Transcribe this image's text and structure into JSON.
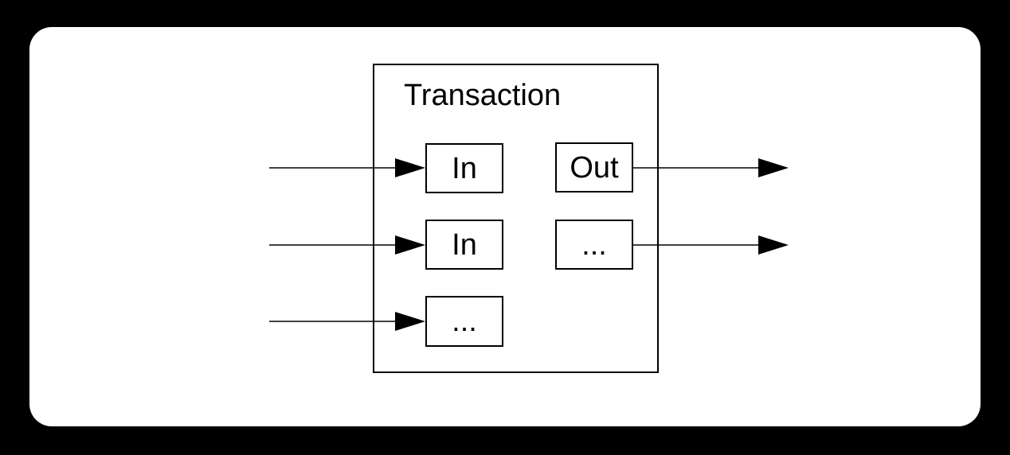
{
  "transaction": {
    "title": "Transaction",
    "inputs": [
      "In",
      "In",
      "..."
    ],
    "outputs": [
      "Out",
      "..."
    ]
  },
  "colors": {
    "page_background": "#000000",
    "card_background": "#ffffff",
    "line": "#000000",
    "text": "#000000"
  }
}
